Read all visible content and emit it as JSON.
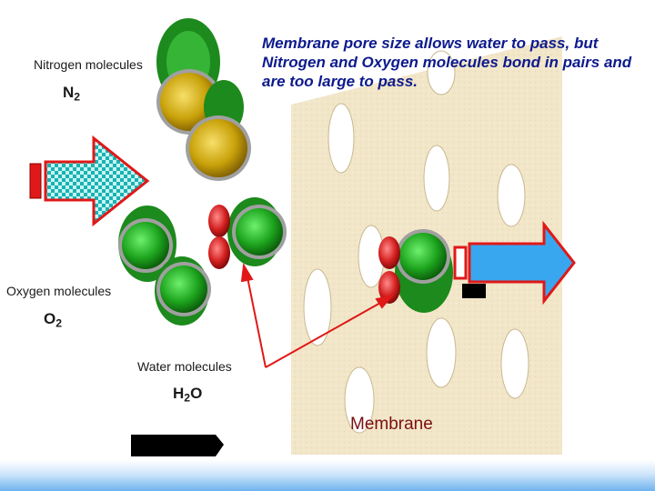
{
  "labels": {
    "nitrogen_molecules": "Nitrogen molecules",
    "n2_main": "N",
    "n2_sub": "2",
    "oxygen_molecules": "Oxygen molecules",
    "o2_main": "O",
    "o2_sub": "2",
    "water_molecules": "Water molecules",
    "h2o_h": "H",
    "h2o_sub": "2",
    "h2o_o": "O",
    "membrane": "Membrane"
  },
  "caption": "Membrane pore size allows water to pass, but Nitrogen and Oxygen molecules bond in pairs and are too large to pass.",
  "colors": {
    "membrane_fill": "#f2e6c9",
    "nitrogen_gold": "#c9a20a",
    "oxygen_green": "#1ea51e",
    "water_red": "#d42020",
    "arrow_red": "#e01818",
    "arrow_checker": "#18b2b2",
    "arrow_blue": "#39a7f0",
    "caption_blue": "#0d1a8c"
  }
}
